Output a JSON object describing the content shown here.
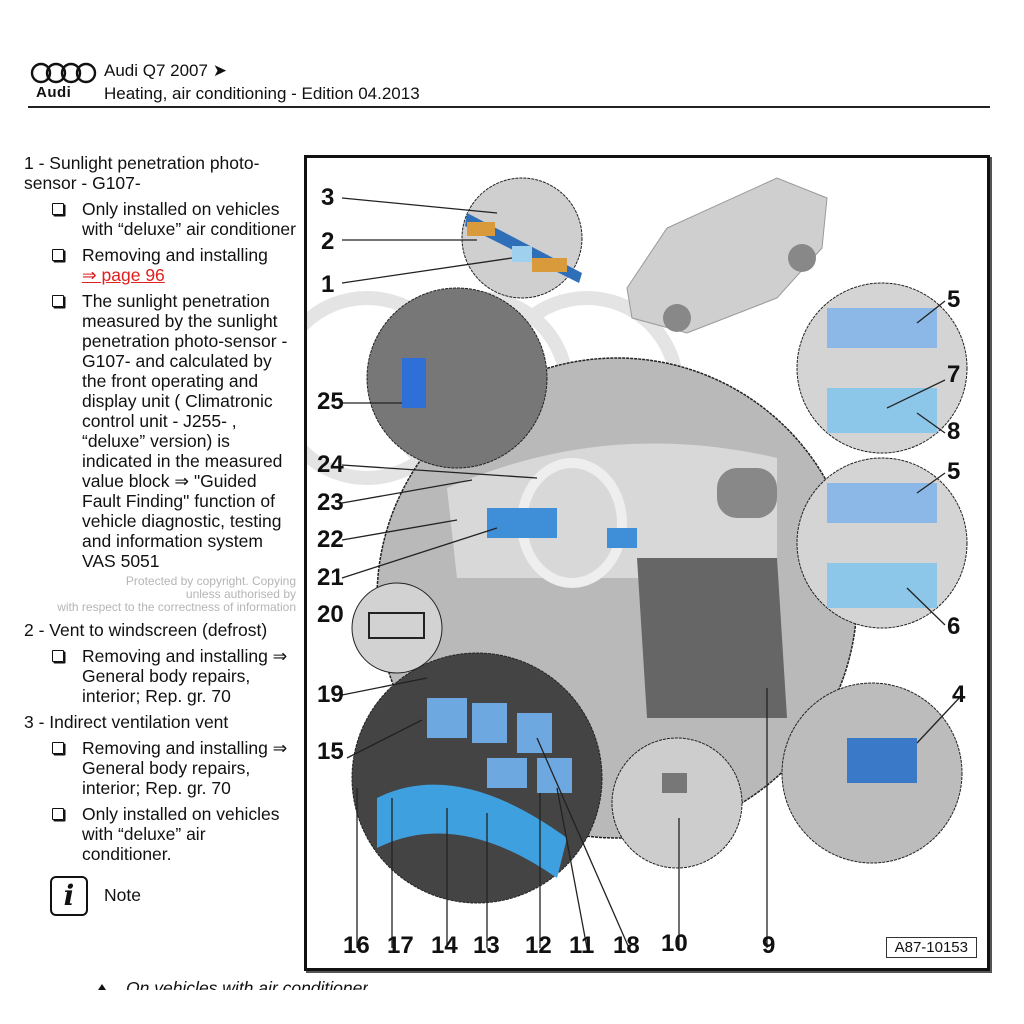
{
  "header": {
    "brand": "Audi",
    "model_line": "Audi Q7 2007 ➤",
    "manual_line": "Heating, air conditioning - Edition 04.2013"
  },
  "items": [
    {
      "title": "1 - Sunlight penetration photo-sensor - G107-",
      "bullets": [
        {
          "text": "Only installed on vehicles with “deluxe” air conditioner"
        },
        {
          "text": "Removing and installing",
          "link": "⇒ page 96"
        },
        {
          "text": "The sunlight penetration measured by the sunlight penetration photo-sensor - G107- and calculated by the front operating and display unit ( Climatronic control unit - J255- , “deluxe” version) is indicated in the measured value block ⇒  \"Guided Fault Finding\" function of vehicle diagnostic, testing and information system VAS 5051"
        }
      ]
    },
    {
      "title": "2 - Vent to windscreen (defrost)",
      "bullets": [
        {
          "text": "Removing and installing ⇒ General body repairs, interior; Rep. gr.  70"
        }
      ]
    },
    {
      "title": "3 - Indirect ventilation vent",
      "bullets": [
        {
          "text": "Removing and installing ⇒ General body repairs, interior; Rep. gr.  70"
        },
        {
          "text": "Only installed on vehicles with “deluxe” air conditioner."
        }
      ]
    }
  ],
  "note": {
    "icon": "info-icon",
    "label": "Note"
  },
  "clipped_line": "On vehicles with air conditioner",
  "watermark": [
    "Protected by copyright. Copying",
    "unless authorised by",
    "with respect to the correctness of information"
  ],
  "figure": {
    "id": "A87-10153",
    "callouts": [
      "1",
      "2",
      "3",
      "4",
      "5",
      "5",
      "6",
      "7",
      "8",
      "9",
      "10",
      "11",
      "12",
      "13",
      "14",
      "15",
      "16",
      "17",
      "18",
      "19",
      "20",
      "21",
      "22",
      "23",
      "24",
      "25"
    ]
  },
  "colors": {
    "accent_blue": "#3f8fd8",
    "link_red": "#e0201e",
    "figure_gray": "#c9c9c9"
  }
}
